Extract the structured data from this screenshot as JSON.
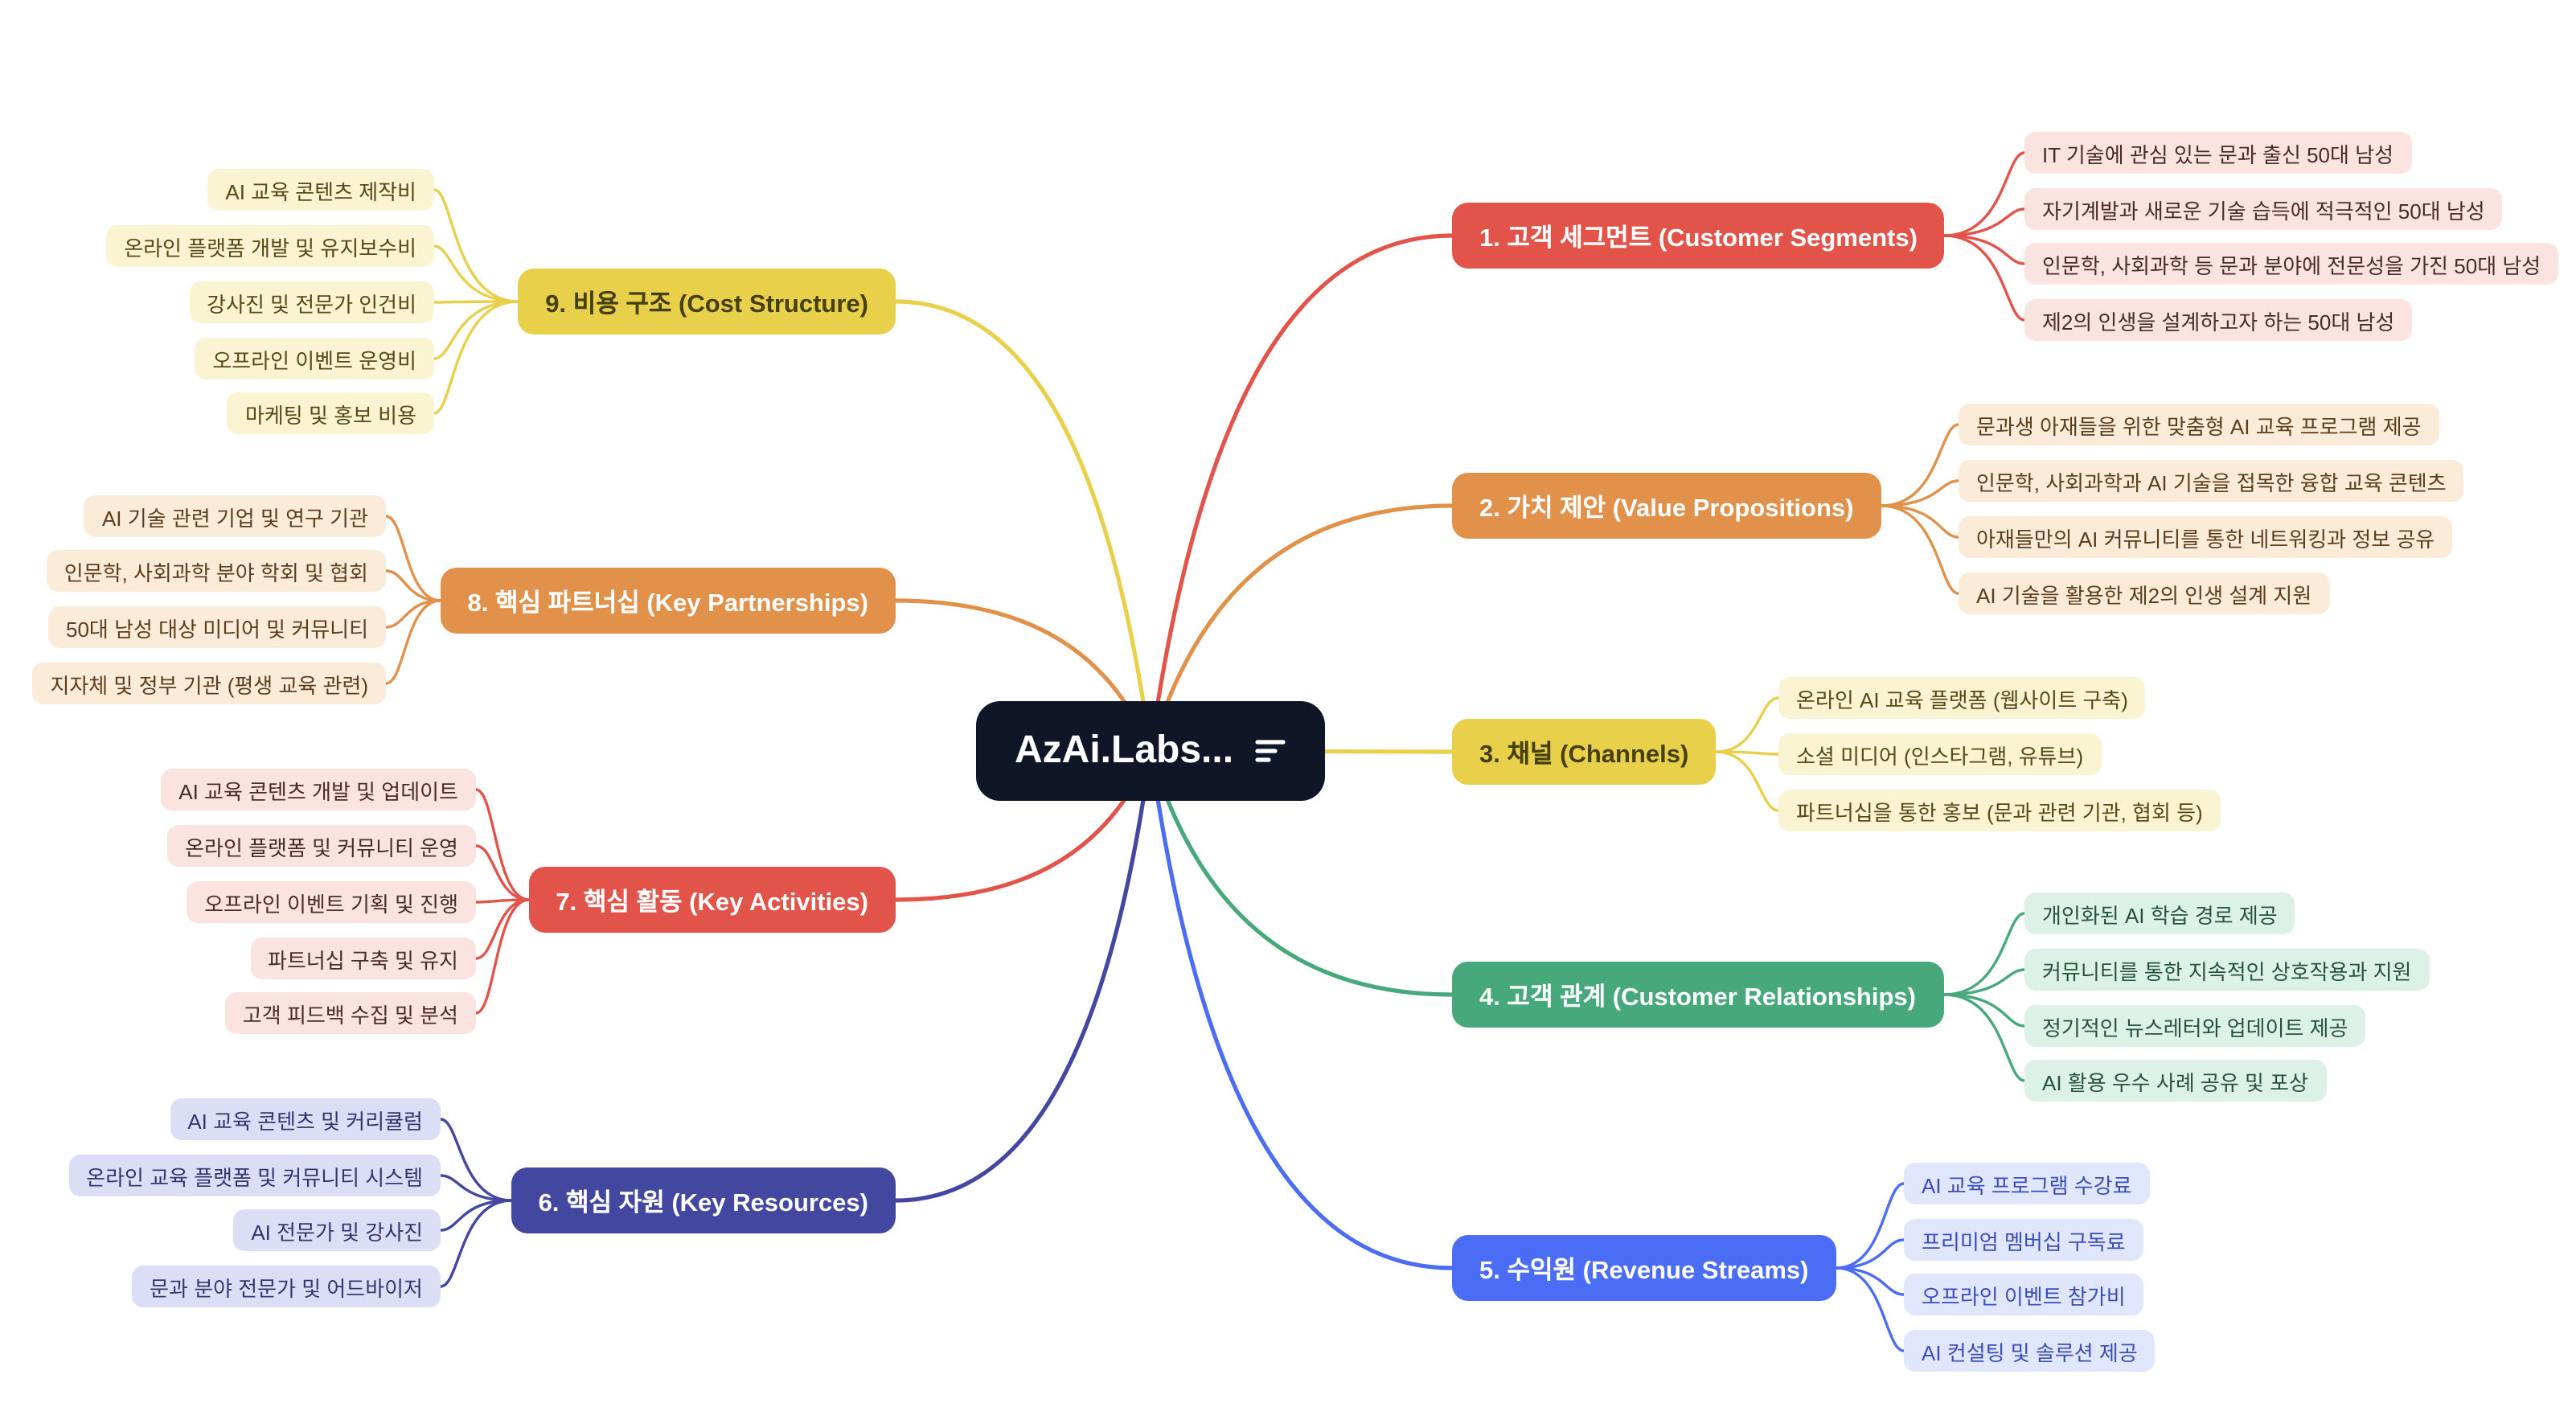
{
  "app": {
    "background": "#ffffff"
  },
  "central": {
    "label": "AzAi.Labs...",
    "bg": "#0e1627",
    "text_color": "#ffffff",
    "icon": "menu-lines-icon"
  },
  "branches": [
    {
      "id": "customer-segments",
      "label": "1. 고객 세그먼트 (Customer Segments)",
      "color": "#e2544a",
      "text_color": "#ffffff",
      "child_bg": "#fbe3e0",
      "child_text": "#4a2b27",
      "children": [
        "IT 기술에 관심 있는 문과 출신 50대 남성",
        "자기계발과 새로운 기술 습득에 적극적인 50대 남성",
        "인문학, 사회과학 등 문과 분야에 전문성을 가진 50대 남성",
        "제2의 인생을 설계하고자 하는 50대 남성"
      ]
    },
    {
      "id": "value-propositions",
      "label": "2. 가치 제안 (Value Propositions)",
      "color": "#e2914a",
      "text_color": "#ffffff",
      "child_bg": "#faecd9",
      "child_text": "#5c3d1d",
      "children": [
        "문과생 아재들을 위한 맞춤형 AI 교육 프로그램 제공",
        "인문학, 사회과학과 AI 기술을 접목한 융합 교육 콘텐츠",
        "아재들만의 AI 커뮤니티를 통한 네트워킹과 정보 공유",
        "AI 기술을 활용한 제2의 인생 설계 지원"
      ]
    },
    {
      "id": "channels",
      "label": "3. 채널 (Channels)",
      "color": "#e9d04b",
      "text_color": "#453f12",
      "child_bg": "#faf4d3",
      "child_text": "#55491a",
      "children": [
        "온라인 AI 교육 플랫폼 (웹사이트 구축)",
        "소셜 미디어 (인스타그램, 유튜브)",
        "파트너십을 통한 홍보 (문과 관련 기관, 협회 등)"
      ]
    },
    {
      "id": "customer-relationships",
      "label": "4. 고객 관계 (Customer Relationships)",
      "color": "#47a97b",
      "text_color": "#ffffff",
      "child_bg": "#ddf2e6",
      "child_text": "#27523c",
      "children": [
        "개인화된 AI 학습 경로 제공",
        "커뮤니티를 통한 지속적인 상호작용과 지원",
        "정기적인 뉴스레터와 업데이트 제공",
        "AI 활용 우수 사례 공유 및 포상"
      ]
    },
    {
      "id": "revenue-streams",
      "label": "5. 수익원 (Revenue Streams)",
      "color": "#4b6cf5",
      "text_color": "#ffffff",
      "child_bg": "#e0e7fc",
      "child_text": "#3a4db8",
      "children": [
        "AI 교육 프로그램 수강료",
        "프리미엄 멤버십 구독료",
        "오프라인 이벤트 참가비",
        "AI 컨설팅 및 솔루션 제공"
      ]
    },
    {
      "id": "key-resources",
      "label": "6. 핵심 자원 (Key Resources)",
      "color": "#44479f",
      "text_color": "#ffffff",
      "child_bg": "#dcdef6",
      "child_text": "#34376e",
      "children": [
        "AI 교육 콘텐츠 및 커리큘럼",
        "온라인 교육 플랫폼 및 커뮤니티 시스템",
        "AI 전문가 및 강사진",
        "문과 분야 전문가 및 어드바이저"
      ]
    },
    {
      "id": "key-activities",
      "label": "7. 핵심 활동 (Key Activities)",
      "color": "#e2544a",
      "text_color": "#ffffff",
      "child_bg": "#fbe3e0",
      "child_text": "#4a2b27",
      "children": [
        "AI 교육 콘텐츠 개발 및 업데이트",
        "온라인 플랫폼 및 커뮤니티 운영",
        "오프라인 이벤트 기획 및 진행",
        "파트너십 구축 및 유지",
        "고객 피드백 수집 및 분석"
      ]
    },
    {
      "id": "key-partnerships",
      "label": "8. 핵심 파트너십 (Key Partnerships)",
      "color": "#e2914a",
      "text_color": "#ffffff",
      "child_bg": "#faecd9",
      "child_text": "#5c3d1d",
      "children": [
        "AI 기술 관련 기업 및 연구 기관",
        "인문학, 사회과학 분야 학회 및 협회",
        "50대 남성 대상 미디어 및 커뮤니티",
        "지자체 및 정부 기관 (평생 교육 관련)"
      ]
    },
    {
      "id": "cost-structure",
      "label": "9. 비용 구조 (Cost Structure)",
      "color": "#e9d04b",
      "text_color": "#453f12",
      "child_bg": "#faf4d3",
      "child_text": "#55491a",
      "children": [
        "AI 교육 콘텐츠 제작비",
        "온라인 플랫폼 개발 및 유지보수비",
        "강사진 및 전문가 인건비",
        "오프라인 이벤트 운영비",
        "마케팅 및 홍보 비용"
      ]
    }
  ]
}
